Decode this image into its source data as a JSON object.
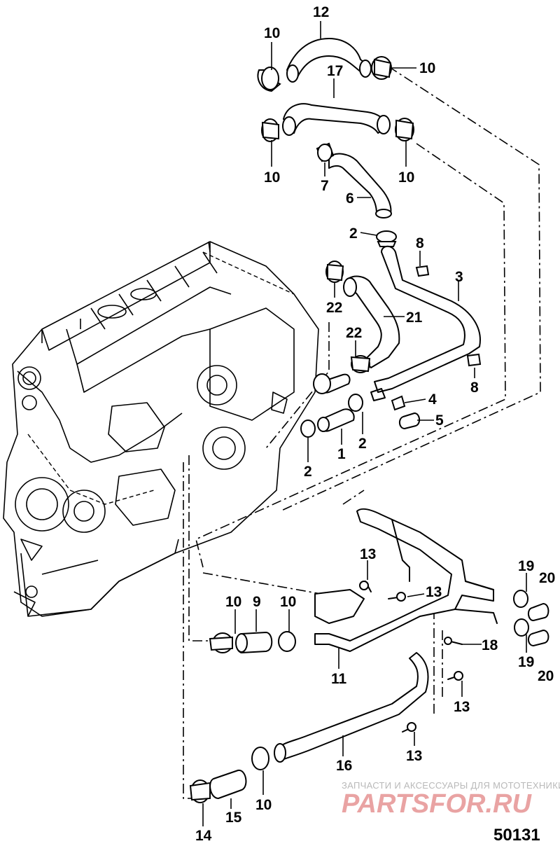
{
  "diagram_id": "50131",
  "watermark": {
    "tagline": "ЗАПЧАСТИ И АКСЕССУАРЫ ДЛЯ МОТОТЕХНИКИ",
    "brand": "PARTSFOR.RU"
  },
  "labels": {
    "l12": "12",
    "l10a": "10",
    "l10b": "10",
    "l17": "17",
    "l10c": "10",
    "l10d": "10",
    "l7": "7",
    "l6": "6",
    "l2a": "2",
    "l8a": "8",
    "l3": "3",
    "l22a": "22",
    "l21": "21",
    "l22b": "22",
    "l8b": "8",
    "l4": "4",
    "l5": "5",
    "l1": "1",
    "l2b": "2",
    "l2c": "2",
    "l13a": "13",
    "l13b": "13",
    "l19a": "19",
    "l20a": "20",
    "l10e": "10",
    "l9": "9",
    "l10f": "10",
    "l18": "18",
    "l19b": "19",
    "l20b": "20",
    "l11": "11",
    "l13c": "13",
    "l13d": "13",
    "l16": "16",
    "l10g": "10",
    "l15": "15",
    "l14": "14"
  }
}
